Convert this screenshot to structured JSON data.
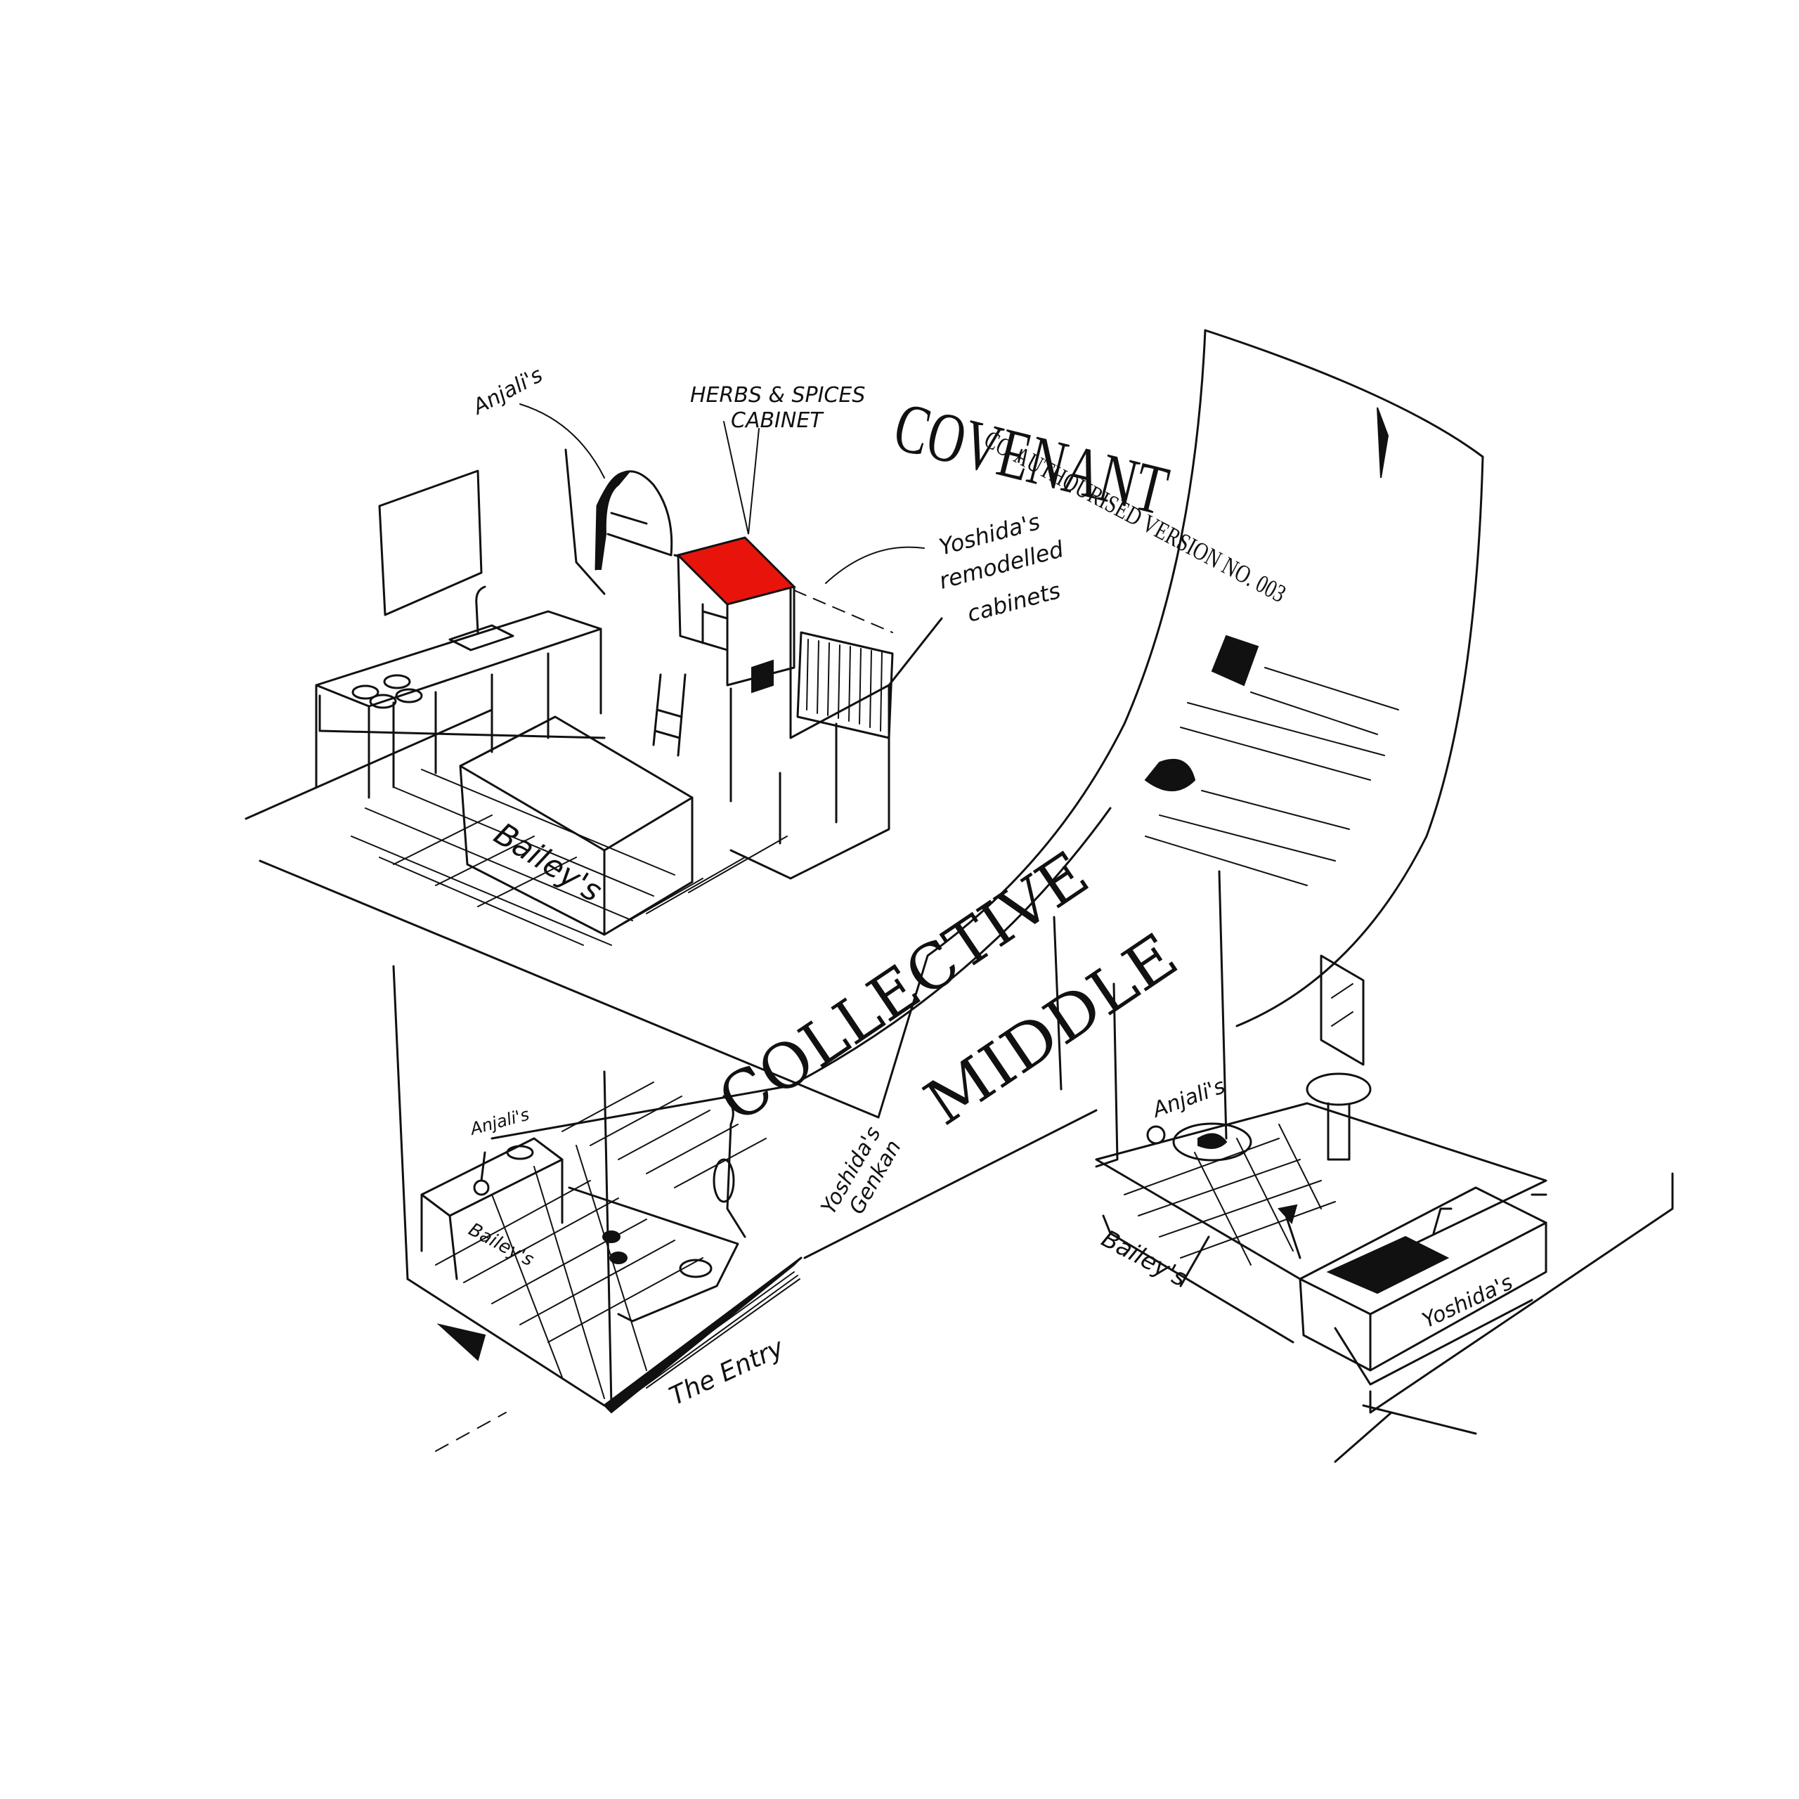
{
  "kitchen": {
    "label_anjali": "Anjali's",
    "label_herbs_line1": "HERBS & SPICES",
    "label_herbs_line2": "CABINET",
    "label_yoshida_line1": "Yoshida's",
    "label_yoshida_line2": "remodelled",
    "label_yoshida_line3": "cabinets",
    "label_bailey": "Bailey's"
  },
  "covenant": {
    "title": "COVENANT",
    "subtitle": "CO-AUTHOURISED VERSION NO. 003"
  },
  "centre": {
    "line1": "COLLECTIVE",
    "line2": "MIDDLE"
  },
  "entry": {
    "label_anjali": "Anjali's",
    "label_bailey": "Bailey's",
    "label_yoshida_line1": "Yoshida's",
    "label_yoshida_line2": "Genkan",
    "label_entry": "The Entry"
  },
  "bathroom": {
    "label_anjali": "Anjali's",
    "label_bailey": "Bailey's",
    "label_yoshida": "Yoshida's"
  },
  "colors": {
    "ink": "#111111",
    "accent": "#e8140c",
    "paper": "#ffffff"
  }
}
